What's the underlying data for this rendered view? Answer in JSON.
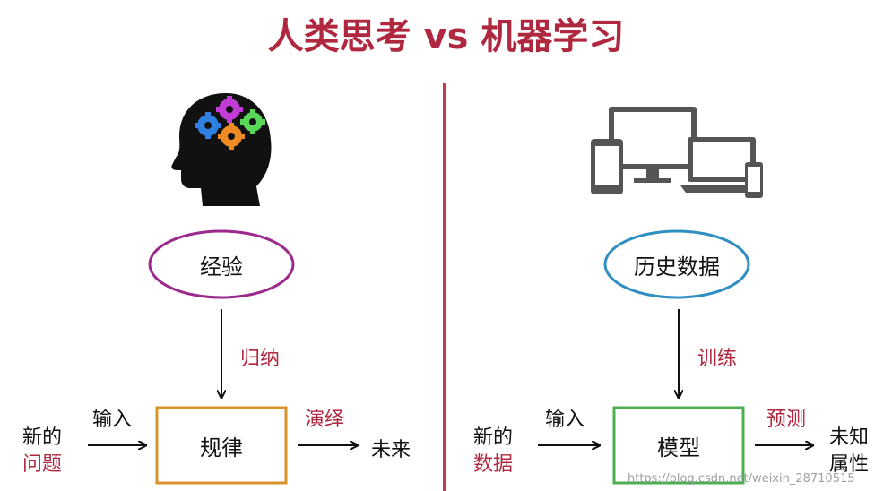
{
  "title": "人类思考 vs 机器学习",
  "left": {
    "source": "经验",
    "process": "归纳",
    "model": "规律",
    "input_label": "输入",
    "new_line1": "新的",
    "new_line2": "问题",
    "output_process": "演绎",
    "output": "未来"
  },
  "right": {
    "source": "历史数据",
    "process": "训练",
    "model": "模型",
    "input_label": "输入",
    "new_line1": "新的",
    "new_line2": "数据",
    "output_process": "预测",
    "output_line1": "未知",
    "output_line2": "属性"
  },
  "watermark": "https://blog.csdn.net/weixin_28710515",
  "icons": {
    "left": "human-head-gears-icon",
    "right": "computer-devices-icon"
  },
  "colors": {
    "accent": "#b0283f",
    "ellipse_left": "#9b2a8c",
    "ellipse_right": "#2f8fc2",
    "box_left": "#d8922a",
    "box_right": "#4caf50",
    "device_gray": "#555555"
  }
}
